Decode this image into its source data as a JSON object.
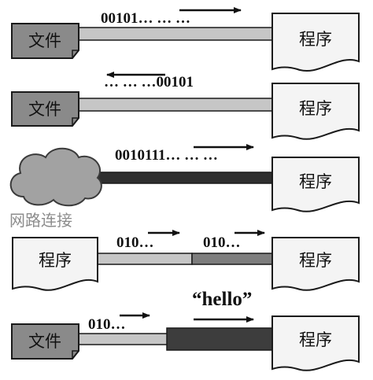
{
  "rows": [
    {
      "left_label": "文件",
      "right_label": "程序",
      "data_text": "00101… … …"
    },
    {
      "left_label": "文件",
      "right_label": "程序",
      "data_text": "… … …00101"
    },
    {
      "cloud_label": "网路连接",
      "right_label": "程序",
      "data_text": "0010111… … …"
    },
    {
      "left_label": "程序",
      "right_label": "程序",
      "data_text_left": "010…",
      "data_text_right": "010…"
    },
    {
      "left_label": "文件",
      "right_label": "程序",
      "data_text": "010…",
      "string_text": "“hello”"
    }
  ],
  "colors": {
    "file_fill": "#8a8a8a",
    "doc_fill": "#f4f4f4",
    "pipe_light": "#c6c6c6",
    "pipe_mid": "#7d7d7d",
    "pipe_dark": "#2f2f2f",
    "cloud_fill": "#a2a2a2"
  }
}
